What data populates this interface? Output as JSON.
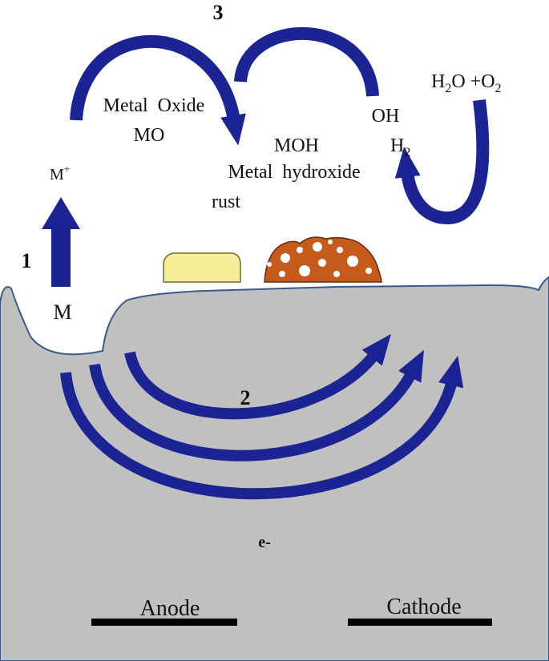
{
  "colors": {
    "metal": "#c0c0c0",
    "metal_outline": "#3a5a8c",
    "arrow": "#1c2494",
    "deposit_yellow": "#f7ee9a",
    "deposit_rust": "#c55a1a",
    "text": "#111111",
    "electrode_bar": "#000000"
  },
  "steps": {
    "step1": "1",
    "step2": "2",
    "step3": "3"
  },
  "labels": {
    "m_plus": "M",
    "m_plus_sup": "+",
    "m": "M",
    "metal_oxide": "Metal  Oxide",
    "mo": "MO",
    "moh": "MOH",
    "metal_hydroxide": "Metal  hydroxide",
    "rust": "rust",
    "oh": "OH",
    "h2_base": "H",
    "h2_sub": "2",
    "water_h": "H",
    "water_sub": "2",
    "water_o_plus": "O +O",
    "oxygen_sub": "2",
    "electron": "e-",
    "anode": "Anode",
    "cathode": "Cathode"
  }
}
